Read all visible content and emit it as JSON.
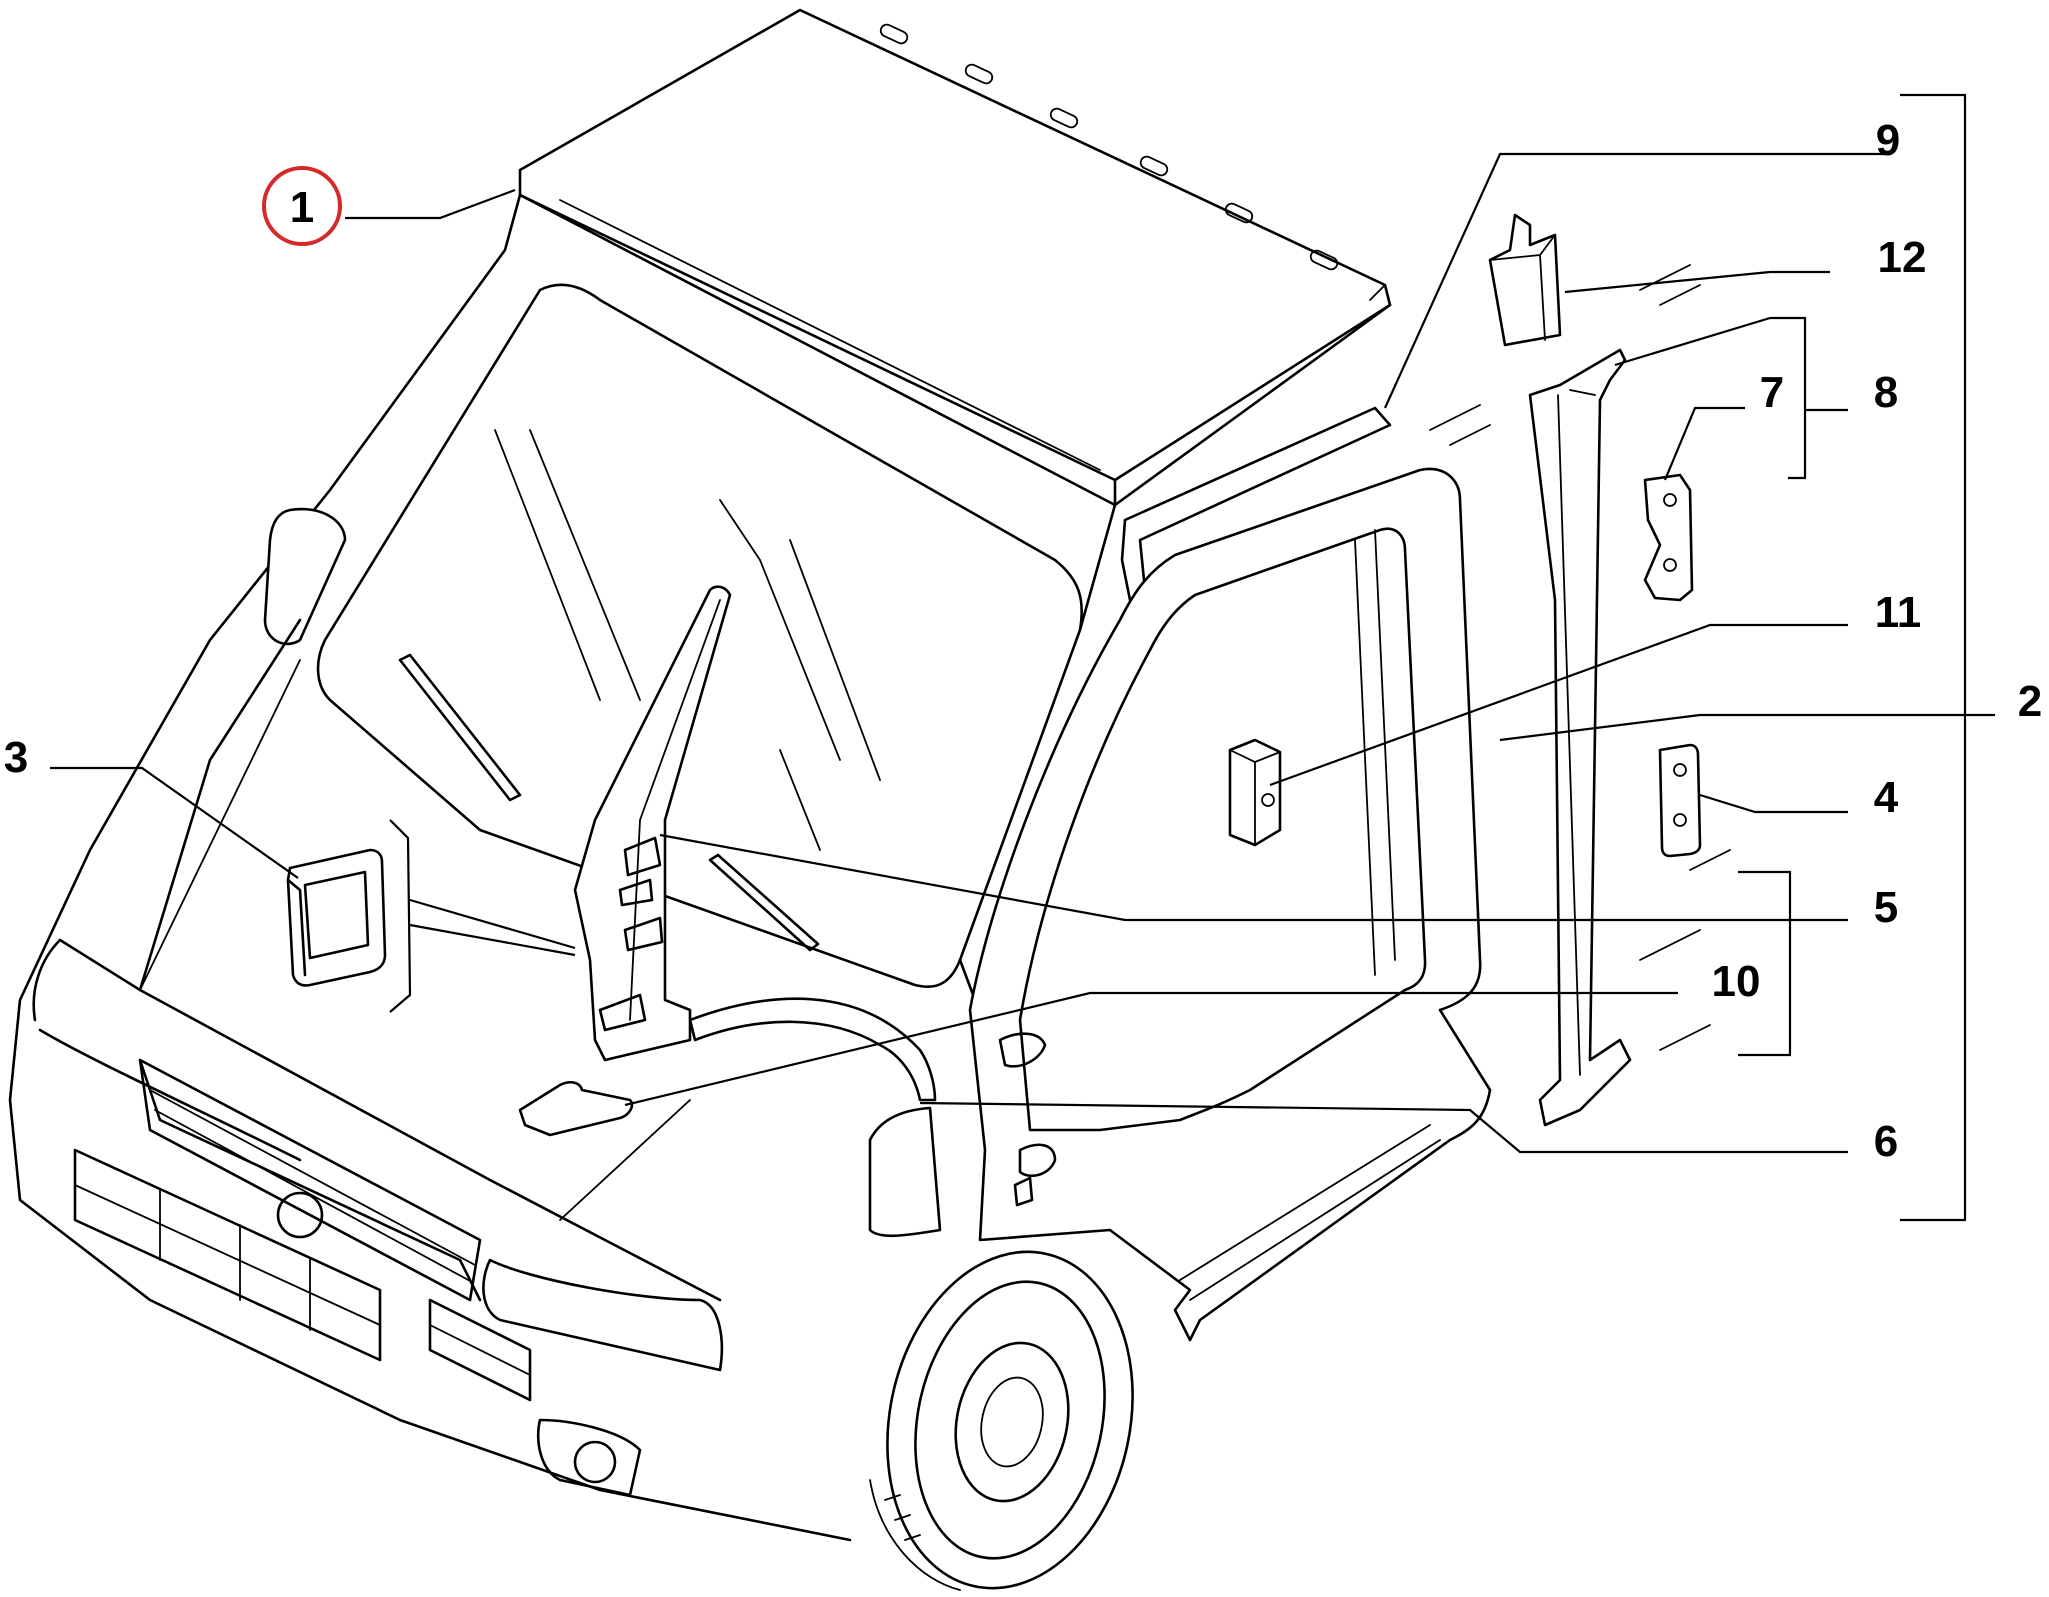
{
  "callouts": {
    "c1": "1",
    "c2": "2",
    "c3": "3",
    "c4": "4",
    "c5": "5",
    "c6": "6",
    "c7": "7",
    "c8": "8",
    "c9": "9",
    "c10": "10",
    "c11": "11",
    "c12": "12"
  },
  "colors": {
    "line": "#000000",
    "background": "#ffffff",
    "highlight_circle": "#d42a2a"
  }
}
